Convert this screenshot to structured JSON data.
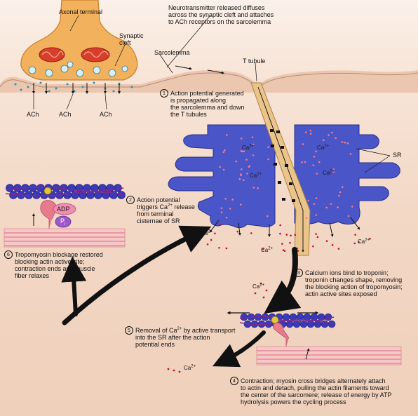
{
  "labels": {
    "axonal_terminal": "Axonal terminal",
    "synaptic_cleft": "Synaptic\ncleft",
    "sarcolemma": "Sarcolemma",
    "t_tubule": "T tubule",
    "sr": "SR",
    "ach": [
      "ACh",
      "ACh",
      "ACh"
    ],
    "adp": "ADP",
    "pi": "P",
    "pi_sub": "i"
  },
  "header_note": "Neurotransmitter released diffuses\nacross the synaptic cleft and attaches\nto ACh receptors on the sarcolemma",
  "ion": {
    "base": "Ca",
    "charge": "2+"
  },
  "steps": [
    {
      "number": "1",
      "text": "Action potential generated\nis propagated along\nthe sarcolemma and down\nthe T tubules"
    },
    {
      "number": "2",
      "text_before": "Action potential\ntriggers Ca",
      "text_sup": "2+",
      "text_after": " release\nfrom terminal\ncisternae of SR"
    },
    {
      "number": "3",
      "text": "Calcium ions bind to troponin;\ntroponin changes shape, removing\nthe blocking action of tropomyosin;\nactin active sites exposed"
    },
    {
      "number": "4",
      "text": "Contraction; myosin cross bridges alternately attach\nto actin and detach, pulling the actin filaments toward\nthe center of the sarcomere; release of energy by ATP\nhydrolysis powers the cycling process"
    },
    {
      "number": "5",
      "text_before": "Removal of Ca",
      "text_sup": "2+",
      "text_after": " by active transport\ninto the SR after the action\npotential ends"
    },
    {
      "number": "6",
      "text": "Tropomyosin blockage restored\nblocking actin active site;\ncontraction ends and muscle\nfiber relaxes"
    }
  ],
  "colors": {
    "axon": "#f2b15c",
    "cytoplasm": "#f3d8c6",
    "sr": "#4a55c8",
    "t_tubule": "#eac48a",
    "actin": "#3a3ab8",
    "myosin": "#e77b8c",
    "adp": "#f08db0",
    "pi": "#9b59c9",
    "calcium": "#c8102e",
    "arrow": "#111111"
  }
}
